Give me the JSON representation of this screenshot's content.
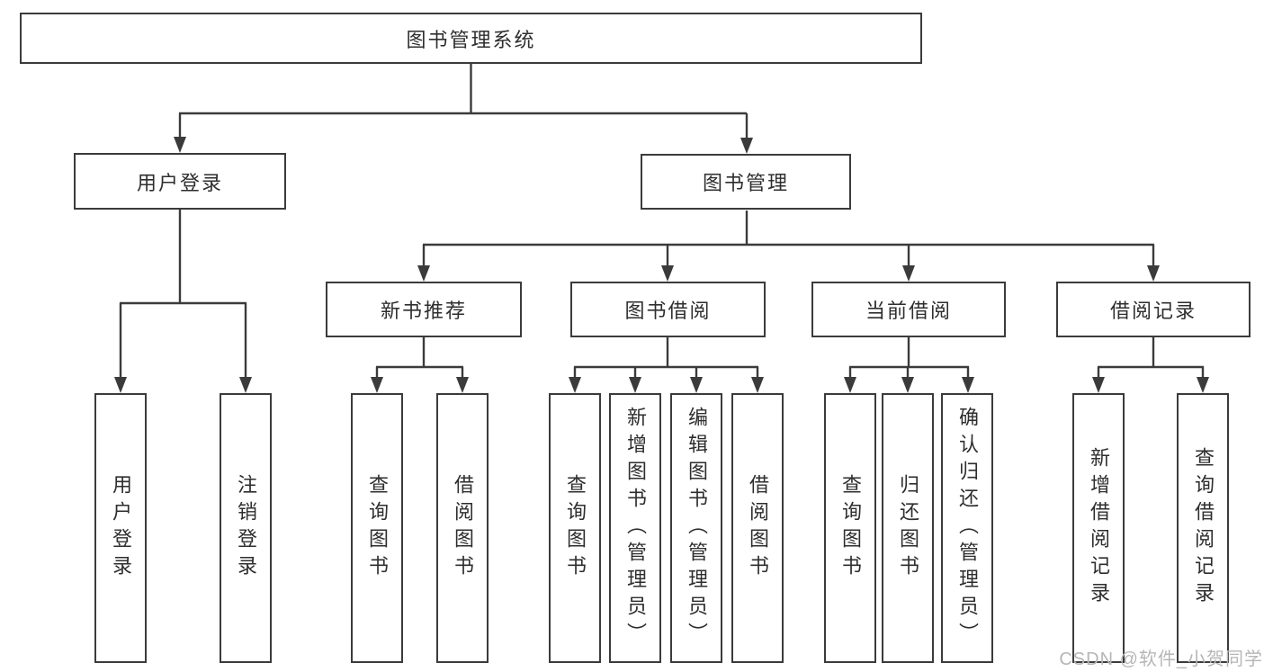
{
  "diagram": {
    "root": {
      "label": "图书管理系统"
    },
    "level2": [
      {
        "label": "用户登录"
      },
      {
        "label": "图书管理"
      }
    ],
    "level3": [
      {
        "label": "新书推荐",
        "parent": "图书管理"
      },
      {
        "label": "图书借阅",
        "parent": "图书管理"
      },
      {
        "label": "当前借阅",
        "parent": "图书管理"
      },
      {
        "label": "借阅记录",
        "parent": "图书管理"
      }
    ],
    "leaves": [
      {
        "label": "用户登录",
        "parent": "用户登录"
      },
      {
        "label": "注销登录",
        "parent": "用户登录"
      },
      {
        "label": "查询图书",
        "parent": "新书推荐"
      },
      {
        "label": "借阅图书",
        "parent": "新书推荐"
      },
      {
        "label": "查询图书",
        "parent": "图书借阅"
      },
      {
        "label": "新增图书（管理员）",
        "parent": "图书借阅"
      },
      {
        "label": "编辑图书（管理员）",
        "parent": "图书借阅"
      },
      {
        "label": "借阅图书",
        "parent": "图书借阅"
      },
      {
        "label": "查询图书",
        "parent": "当前借阅"
      },
      {
        "label": "归还图书",
        "parent": "当前借阅"
      },
      {
        "label": "确认归还（管理员）",
        "parent": "当前借阅"
      },
      {
        "label": "新增借阅记录",
        "parent": "借阅记录"
      },
      {
        "label": "查询借阅记录",
        "parent": "借阅记录"
      }
    ],
    "colors": {
      "line": "#3b3b3b",
      "text": "#2e2e2e",
      "background": "#ffffff",
      "watermark": "#b6b6b6"
    }
  },
  "watermark": {
    "text": "CSDN @软件_小贺同学"
  }
}
